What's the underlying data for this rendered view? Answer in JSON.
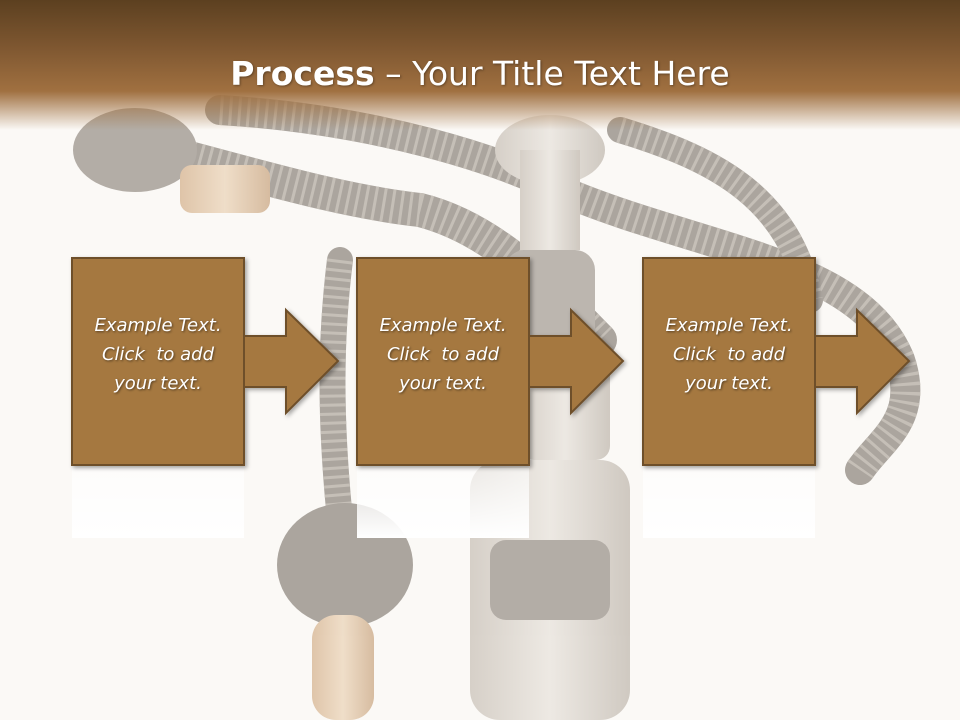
{
  "slide": {
    "title_bold": "Process",
    "title_separator": " – ",
    "title_rest": "Your Title Text Here"
  },
  "steps": [
    {
      "line1": "Example Text.",
      "line2": "Click  to add",
      "line3": "your text."
    },
    {
      "line1": "Example Text.",
      "line2": "Click  to add",
      "line3": "your text."
    },
    {
      "line1": "Example Text.",
      "line2": "Click  to add",
      "line3": "your text."
    }
  ],
  "colors": {
    "box_fill": "#a57840",
    "box_stroke": "#6e4f2a",
    "band_dark": "#5c4020",
    "text": "#ffffff"
  }
}
